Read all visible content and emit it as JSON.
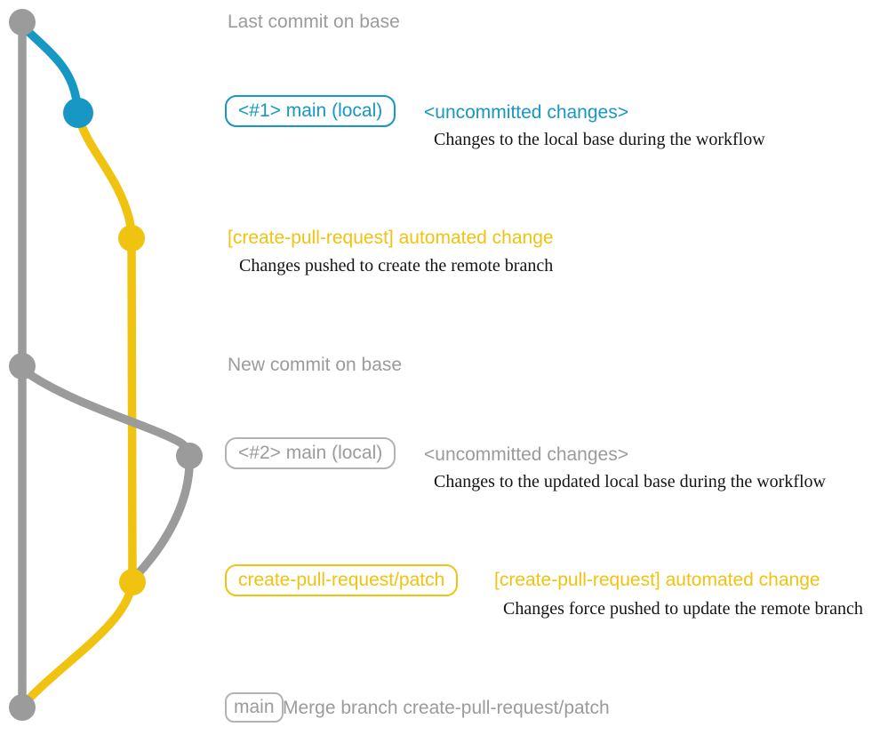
{
  "colors": {
    "base_gray": "#9b9b9b",
    "branch_blue": "#1797c4",
    "branch_yellow": "#f0c311",
    "note_black": "#151515"
  },
  "graph": {
    "type": "git-branch-diagram",
    "nodes": [
      "last-commit-on-base",
      "local-main-commit-1",
      "automated-change-commit-1",
      "new-commit-on-base",
      "local-main-commit-2",
      "automated-change-commit-2",
      "merge-commit"
    ]
  },
  "rows": {
    "last_commit": {
      "label": "Last commit on base"
    },
    "local_main_1": {
      "badge": "<#1> main (local)",
      "tag": "<uncommitted changes>",
      "note": "Changes to the local base during the workflow"
    },
    "automated_change_1": {
      "tag": "[create-pull-request] automated change",
      "note": "Changes pushed to create the remote branch"
    },
    "new_commit": {
      "label": "New commit on base"
    },
    "local_main_2": {
      "badge": "<#2> main (local)",
      "tag": "<uncommitted changes>",
      "note": "Changes to the updated local base during the workflow"
    },
    "patch_branch": {
      "badge": "create-pull-request/patch",
      "tag": "[create-pull-request] automated change",
      "note": "Changes force pushed to update the remote branch"
    },
    "merge": {
      "badge": "main",
      "label": "Merge branch create-pull-request/patch"
    }
  }
}
